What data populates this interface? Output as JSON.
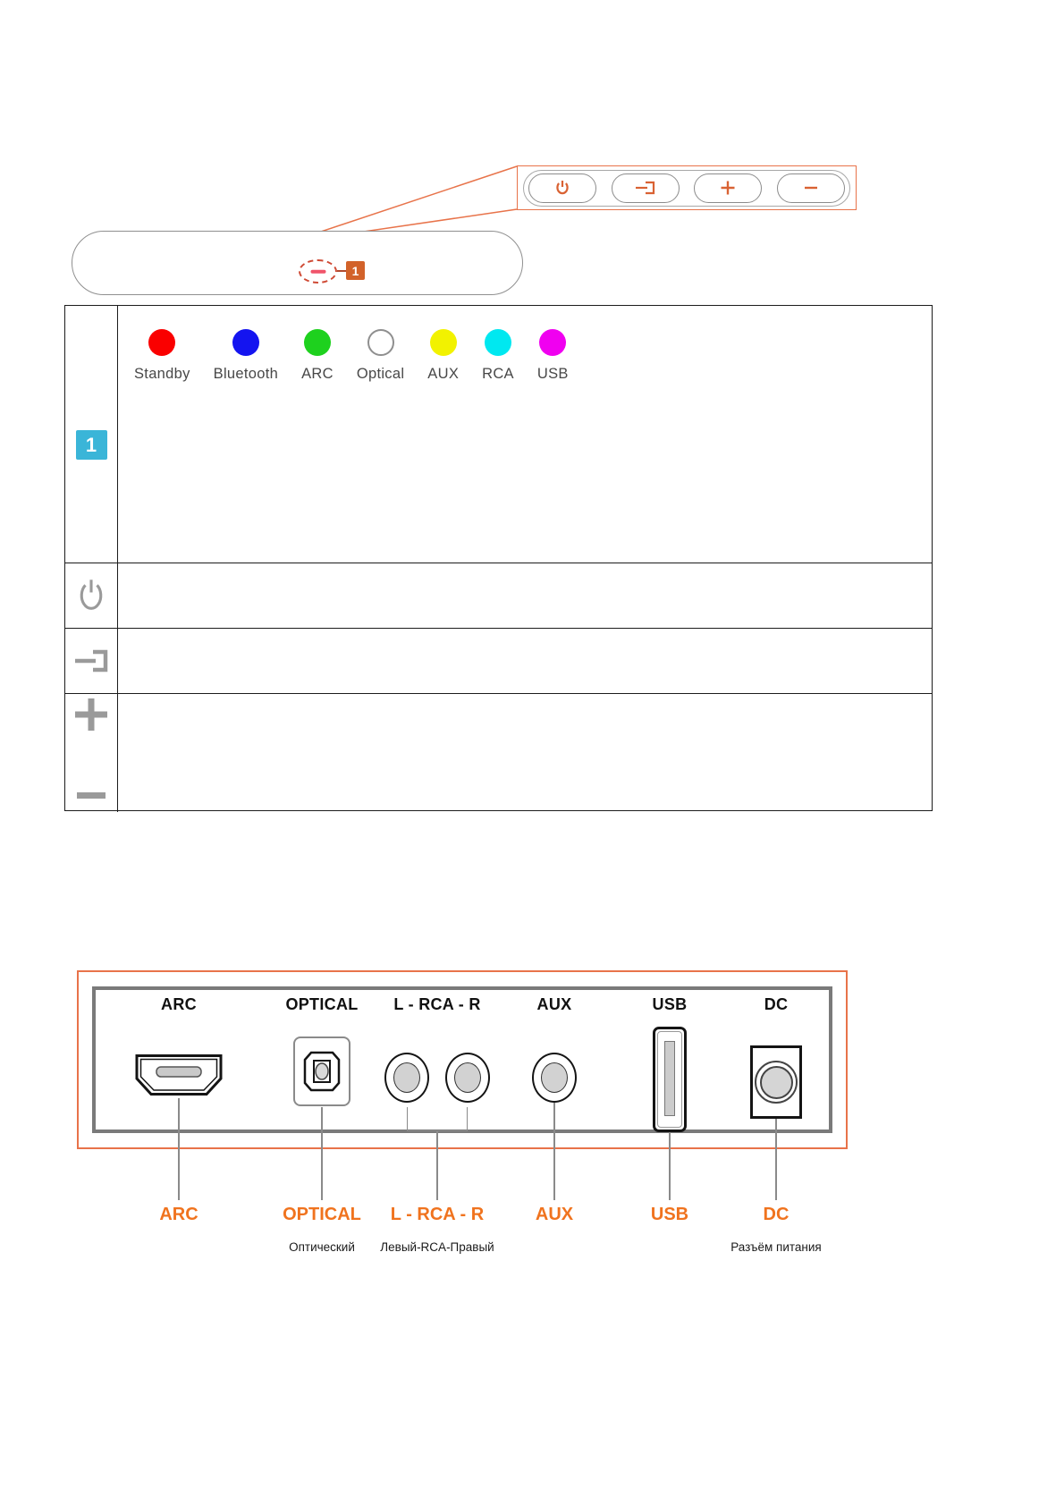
{
  "colors": {
    "accent": "#e8734a",
    "callout_badge": "#d2622a",
    "table_badge": "#3ab5d8",
    "icon_gray": "#9a9a9a",
    "port_label_orange": "#f0731e",
    "button_glyph": "#d96233",
    "led_dash": "#f0546a",
    "line_gray": "#8a8a8a",
    "table_border": "#1c1c1c"
  },
  "top_panel": {
    "callout_number": "1",
    "buttons": [
      {
        "name": "power",
        "icon": "power-icon"
      },
      {
        "name": "input",
        "icon": "input-icon"
      },
      {
        "name": "volume-up",
        "icon": "plus-icon"
      },
      {
        "name": "volume-down",
        "icon": "minus-icon"
      }
    ]
  },
  "led_table": {
    "row_badge": "1",
    "leds": [
      {
        "label": "Standby",
        "color": "#fa0000"
      },
      {
        "label": "Bluetooth",
        "color": "#1414f0"
      },
      {
        "label": "ARC",
        "color": "#1ed11e"
      },
      {
        "label": "Optical",
        "color": "#ffffff"
      },
      {
        "label": "AUX",
        "color": "#f2f200"
      },
      {
        "label": "RCA",
        "color": "#00e8f0"
      },
      {
        "label": "USB",
        "color": "#f000f0"
      }
    ],
    "row_icons": [
      "power-icon",
      "input-icon",
      "plus-icon",
      "minus-icon"
    ]
  },
  "rear_panel": {
    "ports": [
      {
        "label": "ARC",
        "callout": "ARC",
        "icon": "hdmi-port-icon"
      },
      {
        "label": "OPTICAL",
        "callout": "OPTICAL",
        "icon": "optical-port-icon",
        "sublabel": "Оптический"
      },
      {
        "label": "L - RCA - R",
        "callout": "L - RCA - R",
        "icon": "rca-ports-icon",
        "sublabel": "Левый-RCA-Правый"
      },
      {
        "label": "AUX",
        "callout": "AUX",
        "icon": "aux-port-icon"
      },
      {
        "label": "USB",
        "callout": "USB",
        "icon": "usb-port-icon"
      },
      {
        "label": "DC",
        "callout": "DC",
        "icon": "dc-port-icon",
        "sublabel": "Разъём питания"
      }
    ]
  }
}
